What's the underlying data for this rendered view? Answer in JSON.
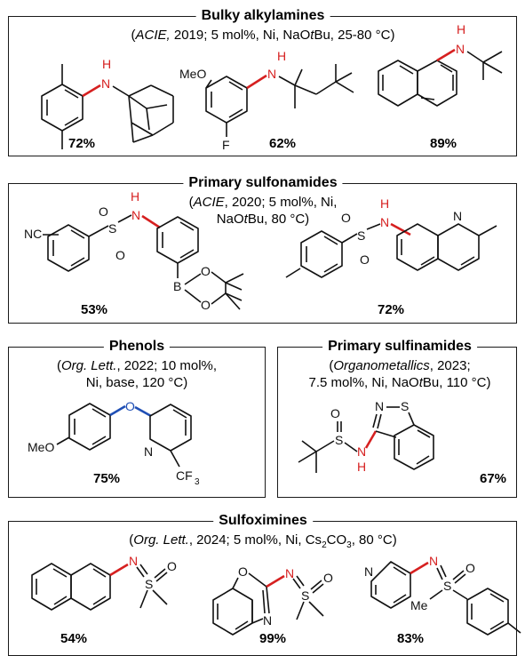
{
  "sections": [
    {
      "title": "Bulky alkylamines",
      "cond_parts": [
        "(",
        "ACIE,",
        " 2019; 5 mol%, Ni, NaO",
        "t",
        "Bu, 25-80 °C)"
      ],
      "yields": [
        "72%",
        "62%",
        "89%"
      ]
    },
    {
      "title": "Primary sulfonamides",
      "cond_line1": [
        "(",
        "ACIE",
        ", 2020; 5 mol%, Ni,"
      ],
      "cond_line2": [
        "NaO",
        "t",
        "Bu, 80 °C)"
      ],
      "yields": [
        "53%",
        "72%"
      ]
    },
    {
      "title": "Phenols",
      "cond_line1": [
        "(",
        "Org. Lett.",
        ", 2022; 10 mol%,"
      ],
      "cond_line2": "Ni, base, 120 °C)",
      "yields": [
        "75%"
      ]
    },
    {
      "title": "Primary sulfinamides",
      "cond_line1": [
        "(",
        "Organometallics",
        ", 2023;"
      ],
      "cond_line2": [
        "7.5 mol%, Ni, NaO",
        "t",
        "Bu, 110 °C)"
      ],
      "yields": [
        "67%"
      ]
    },
    {
      "title": "Sulfoximines",
      "cond_parts": [
        "(",
        "Org. Lett.",
        ", 2024; 5 mol%, Ni, Cs",
        "2",
        "CO",
        "3",
        ", 80 °C)"
      ],
      "yields": [
        "54%",
        "99%",
        "83%"
      ]
    }
  ],
  "atoms": {
    "H": "H",
    "N": "N",
    "O": "O",
    "S": "S",
    "B": "B",
    "F": "F",
    "NC": "NC",
    "MeO": "MeO",
    "Me": "Me",
    "CF": "CF",
    "three": "3"
  },
  "colors": {
    "new_bond_red": "#d62020",
    "new_bond_blue": "#1f4fb5"
  }
}
